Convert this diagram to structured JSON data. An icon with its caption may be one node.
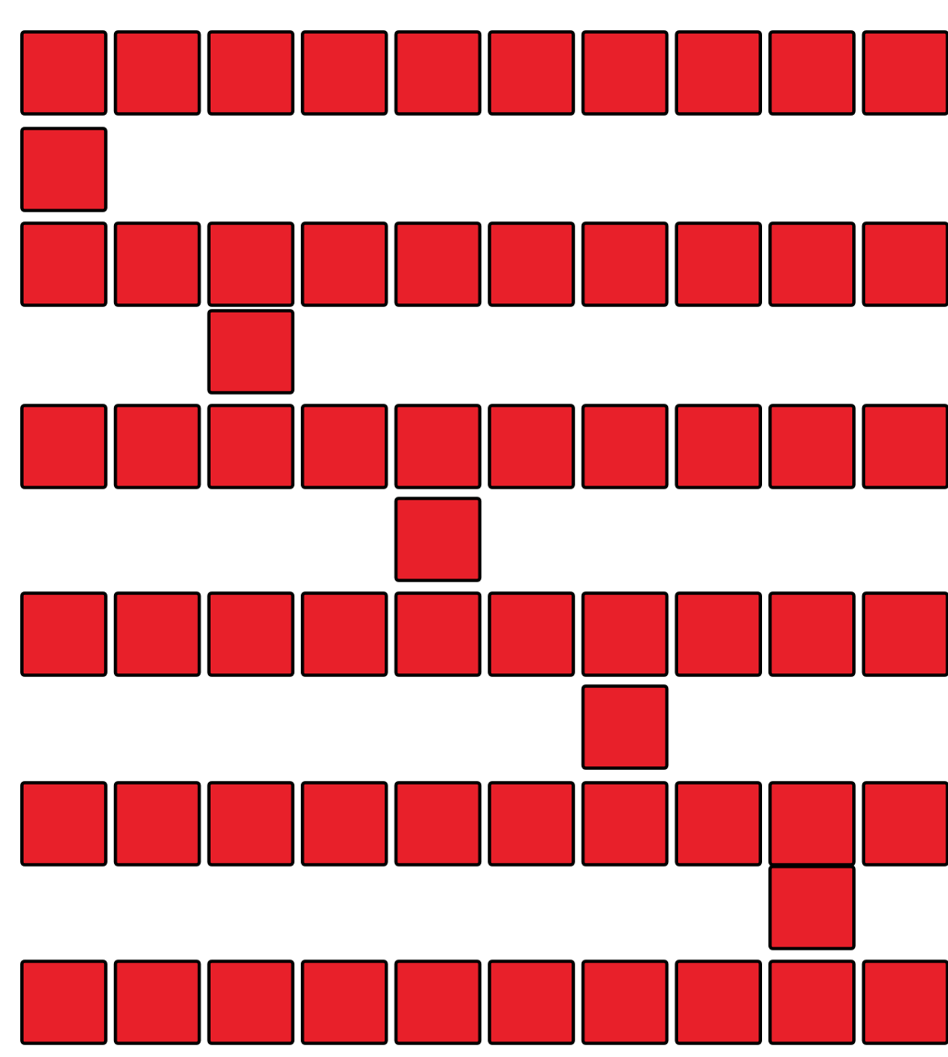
{
  "diagram": {
    "nodes": [
      {
        "text": [],
        "shape": "box"
      },
      {
        "text": [],
        "shape": "box"
      },
      {
        "text": [],
        "shape": "box"
      },
      {
        "text": [],
        "shape": "box"
      },
      {
        "text": [],
        "shape": "box"
      },
      {
        "text": [],
        "shape": "box"
      },
      {
        "text": [],
        "shape": "box"
      },
      {
        "text": [],
        "shape": "box"
      },
      {
        "text": [],
        "shape": "box"
      },
      {
        "text": [],
        "shape": "box"
      },
      {
        "text": [],
        "shape": "box"
      },
      {
        "text": [],
        "shape": "box"
      },
      {
        "text": [],
        "shape": "box"
      },
      {
        "text": [],
        "shape": "box"
      },
      {
        "text": [],
        "shape": "box"
      },
      {
        "text": [],
        "shape": "box"
      },
      {
        "text": [],
        "shape": "box"
      },
      {
        "text": [],
        "shape": "box"
      },
      {
        "text": [],
        "shape": "box"
      },
      {
        "text": [],
        "shape": "box"
      },
      {
        "text": [],
        "shape": "box"
      },
      {
        "text": [],
        "shape": "box"
      },
      {
        "text": [],
        "shape": "box"
      },
      {
        "text": [],
        "shape": "box"
      },
      {
        "text": [],
        "shape": "box"
      },
      {
        "text": [],
        "shape": "box"
      },
      {
        "text": [],
        "shape": "box"
      },
      {
        "text": [],
        "shape": "box"
      },
      {
        "text": [],
        "shape": "box"
      },
      {
        "text": [],
        "shape": "box"
      },
      {
        "text": [],
        "shape": "box"
      },
      {
        "text": [],
        "shape": "box"
      },
      {
        "text": [],
        "shape": "box"
      },
      {
        "text": [],
        "shape": "box"
      },
      {
        "text": [],
        "shape": "box"
      },
      {
        "text": [],
        "shape": "box"
      },
      {
        "text": [],
        "shape": "box"
      },
      {
        "text": [],
        "shape": "box"
      },
      {
        "text": [],
        "shape": "box"
      },
      {
        "text": [],
        "shape": "box"
      },
      {
        "text": [],
        "shape": "box"
      },
      {
        "text": [],
        "shape": "box"
      },
      {
        "text": [],
        "shape": "box"
      },
      {
        "text": [],
        "shape": "box"
      },
      {
        "text": [],
        "shape": "box"
      },
      {
        "text": [],
        "shape": "box"
      },
      {
        "text": [],
        "shape": "box"
      },
      {
        "text": [],
        "shape": "box"
      },
      {
        "text": [],
        "shape": "box"
      },
      {
        "text": [],
        "shape": "box"
      },
      {
        "text": [],
        "shape": "box"
      },
      {
        "text": [],
        "shape": "box"
      },
      {
        "text": [],
        "shape": "box"
      },
      {
        "text": [],
        "shape": "box"
      },
      {
        "text": [],
        "shape": "box"
      },
      {
        "text": [],
        "shape": "box"
      },
      {
        "text": [],
        "shape": "box"
      },
      {
        "text": [],
        "shape": "box"
      },
      {
        "text": [],
        "shape": "box"
      },
      {
        "text": [],
        "shape": "box"
      },
      {
        "text": [],
        "shape": "box"
      },
      {
        "text": [],
        "shape": "box"
      },
      {
        "text": [],
        "shape": "box"
      },
      {
        "text": [],
        "shape": "box"
      },
      {
        "text": [],
        "shape": "box"
      }
    ]
  }
}
